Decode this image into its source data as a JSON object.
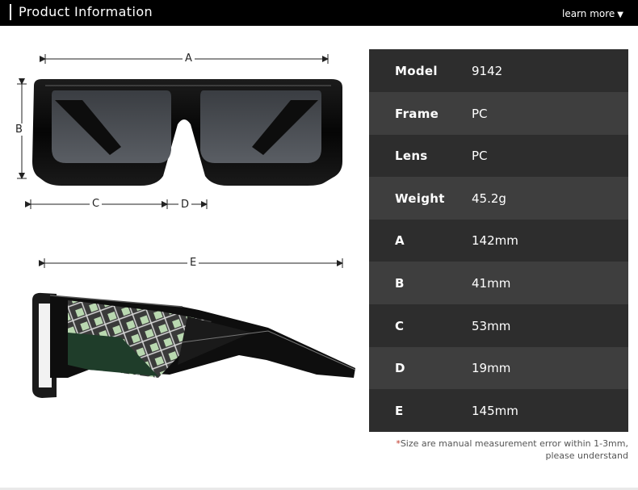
{
  "header": {
    "title": "Product Information",
    "learn_more": "learn more",
    "arrow": "▼"
  },
  "dimensions": {
    "a": "A",
    "b": "B",
    "c": "C",
    "d": "D",
    "e": "E"
  },
  "specs": [
    {
      "label": "Model",
      "value": "9142"
    },
    {
      "label": "Frame",
      "value": "PC"
    },
    {
      "label": "Lens",
      "value": "PC"
    },
    {
      "label": "Weight",
      "value": "45.2g"
    },
    {
      "label": "A",
      "value": "142mm"
    },
    {
      "label": "B",
      "value": "41mm"
    },
    {
      "label": "C",
      "value": "53mm"
    },
    {
      "label": "D",
      "value": "19mm"
    },
    {
      "label": "E",
      "value": "145mm"
    }
  ],
  "note": {
    "star": "*",
    "line1": "Size are manual measurement error within 1-3mm,",
    "line2": "please understand"
  },
  "colors": {
    "header_bg": "#000000",
    "row_dark": "#2d2d2d",
    "row_light": "#3e3e3e",
    "note_star": "#c0392b"
  }
}
